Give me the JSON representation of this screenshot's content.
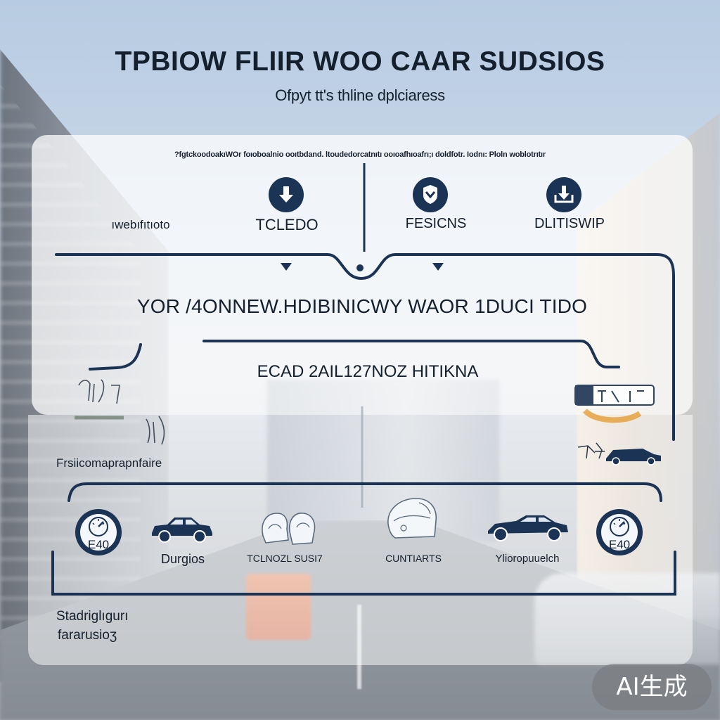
{
  "header": {
    "title": "TPBIOW FLIIR WOO CAAR SUDSIOS",
    "subtitle": "Ofpyt tt's thline dplciaress"
  },
  "panel": {
    "fine_print": "?fgtckoodoakıWOr foıoboalnio ooıtbdand. ltoudedorcatnıtı ooıoafhıoafrı;ı doldfotr. Iodnı: Ploln woblotrıtır",
    "top_items": [
      {
        "label": "ıwebıfıtıoto"
      },
      {
        "label": "TCLEDO",
        "icon": "down-arrow-icon"
      },
      {
        "label": "FESICNS",
        "icon": "shield-icon"
      },
      {
        "label": "DLITISWIP",
        "icon": "download-tray-icon"
      }
    ],
    "headline": "YOR /4ONNEW.HDIBINICWY WAOR 1DUCI TIDO",
    "subline": "ECAD 2AIL127NOZ HITIKNA"
  },
  "side_caption": "Frsiicomaprapnfaire",
  "bottom_row": {
    "badges": [
      {
        "label": "E40",
        "icon": "speedometer-icon"
      },
      {
        "label": "E40",
        "icon": "speedometer-icon"
      }
    ],
    "items": [
      {
        "label": "Durgios",
        "icon": "car-icon"
      },
      {
        "label": "TCLNOZL SUSI7",
        "icon": "car-seat-icon"
      },
      {
        "label": "CUNTIARTS",
        "icon": "helmet-icon"
      },
      {
        "label": "Ylioropuuelch",
        "icon": "sports-car-icon"
      }
    ]
  },
  "footer": {
    "line1": "Stadriglıgurı",
    "line2": "fararusioʒ"
  },
  "watermark": "AI生成",
  "colors": {
    "navy": "#1b3354",
    "text": "#15202f",
    "panel": "#ffffff"
  }
}
